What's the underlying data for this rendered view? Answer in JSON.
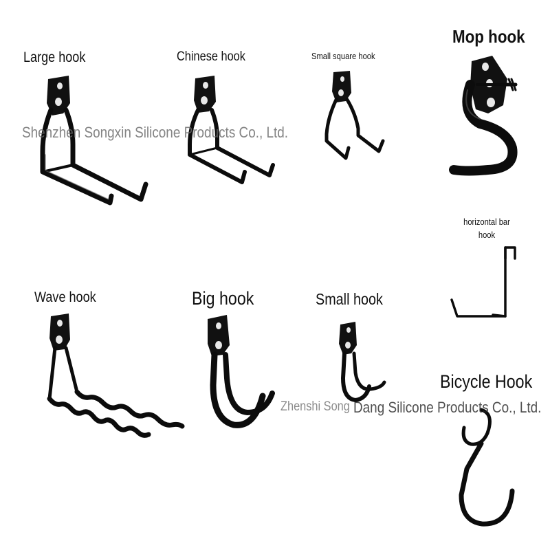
{
  "labels": {
    "large_hook": "Large hook",
    "chinese_hook": "Chinese hook",
    "small_square_hook": "Small square hook",
    "mop_hook": "Mop hook",
    "horizontal_bar_hook_line1": "horizontal bar",
    "horizontal_bar_hook_line2": "hook",
    "wave_hook": "Wave hook",
    "big_hook": "Big hook",
    "small_hook": "Small hook",
    "bicycle_hook": "Bicycle Hook"
  },
  "watermarks": {
    "top": "Shenzhen Songxin Silicone Products Co., Ltd.",
    "bottom_prefix": "Zhenshi Song",
    "bottom": "Dang Silicone Products Co., Ltd."
  },
  "colors": {
    "background": "#ffffff",
    "hook_metal": "#0c0c0c",
    "watermark_text": "#6a6a6a"
  }
}
